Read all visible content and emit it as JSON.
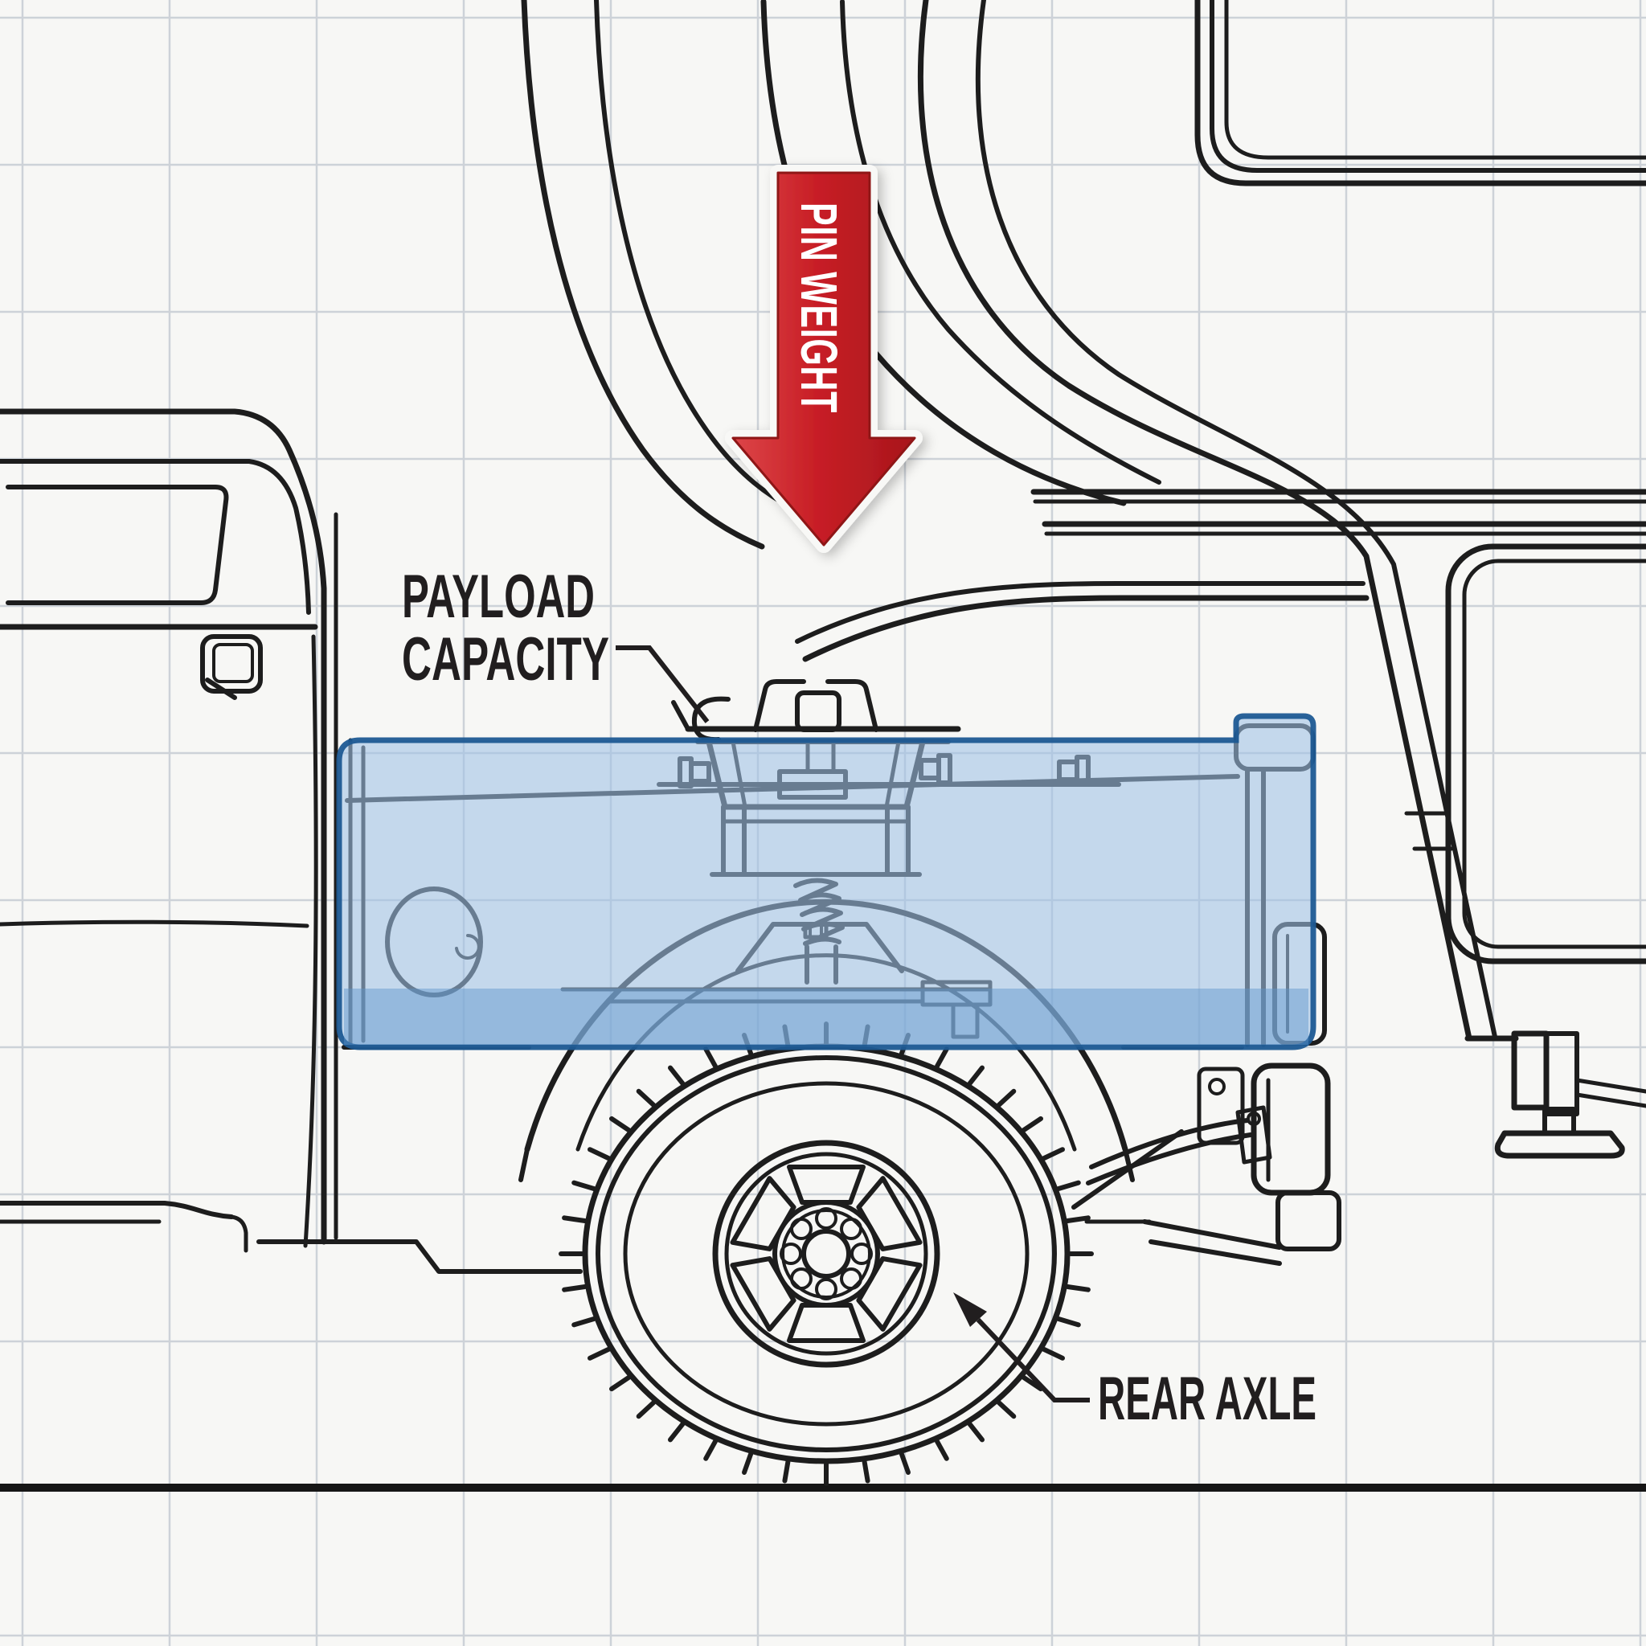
{
  "diagram": {
    "type": "truck-towing-blueprint",
    "labels": {
      "pin_weight": "PIN WEIGHT",
      "payload_capacity_line1": "PAYLOAD",
      "payload_capacity_line2": "CAPACITY",
      "rear_axle": "REAR AXLE"
    },
    "annotations": [
      {
        "id": "pin-weight-arrow",
        "label": "PIN WEIGHT",
        "type": "large-down-arrow",
        "points_to": "fifth-wheel hitch kingpin above truck bed"
      },
      {
        "id": "payload-capacity-callout",
        "label": "PAYLOAD CAPACITY",
        "type": "leader-line",
        "points_to": "highlighted truck bed payload area"
      },
      {
        "id": "rear-axle-callout",
        "label": "REAR AXLE",
        "type": "leader-line-with-arrowhead",
        "points_to": "rear wheel hub"
      }
    ],
    "colors": {
      "background": "#f7f7f5",
      "grid_line": "#cdd2d8",
      "line_art": "#1d1d1d",
      "arrow_red": "#c81f26",
      "arrow_red_light": "#dd4649",
      "arrow_red_dark": "#a8161c",
      "arrow_outline": "#8f1217",
      "arrow_text": "#ffffff",
      "payload_fill": "#9fc1e5",
      "payload_band_fill": "#5e94cc",
      "payload_stroke": "#1e5a94",
      "label_text": "#211e1f",
      "ground_line": "#161616"
    },
    "depicted_parts": [
      "blueprint grid background",
      "pickup truck cab",
      "pickup truck bed",
      "payload capacity highlight zone",
      "fifth-wheel hitch with coil spring",
      "trailer kingpin",
      "fifth-wheel trailer gooseneck overhang",
      "trailer side panel",
      "trailer landing gear with foot pad",
      "rear wheel with 8-lug rim",
      "rear fender arch",
      "leaf spring and rear bumper",
      "ground line"
    ]
  }
}
